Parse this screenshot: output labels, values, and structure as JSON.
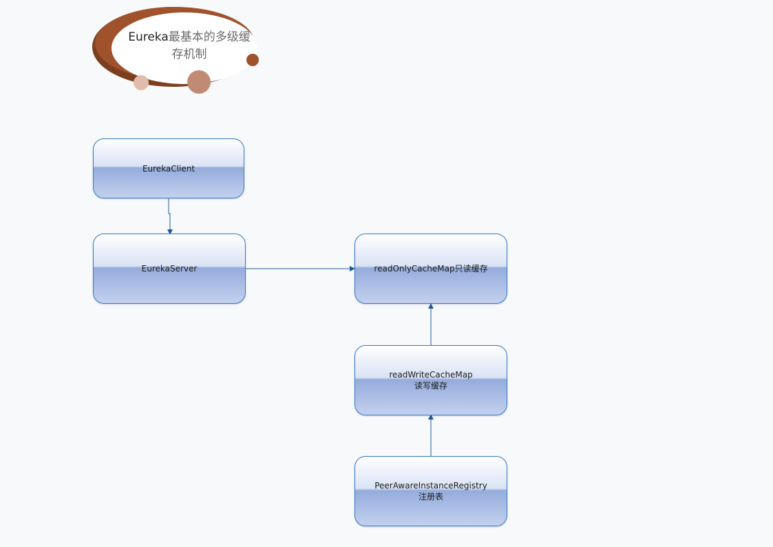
{
  "title": {
    "brand": "Eureka",
    "rest": "最基本的多级缓存机制"
  },
  "nodes": {
    "eureka_client": {
      "line1": "EurekaClient"
    },
    "eureka_server": {
      "line1": "EurekaServer"
    },
    "read_only_cache": {
      "line1": "readOnlyCacheMap只读缓存"
    },
    "read_write_cache": {
      "line1": "readWriteCacheMap",
      "line2": "读写缓存"
    },
    "registry": {
      "line1": "PeerAwareInstanceRegistry",
      "line2": "注册表"
    }
  },
  "colors": {
    "connector": "#1f5a9a",
    "node_border": "#3a78c4",
    "badge_dark": "#7b3f1f",
    "badge_mid": "#a0522d",
    "badge_light": "#c09080"
  },
  "edges": [
    {
      "from": "EurekaClient",
      "to": "EurekaServer"
    },
    {
      "from": "EurekaServer",
      "to": "readOnlyCacheMap只读缓存"
    },
    {
      "from": "readWriteCacheMap",
      "to": "readOnlyCacheMap只读缓存"
    },
    {
      "from": "PeerAwareInstanceRegistry",
      "to": "readWriteCacheMap"
    }
  ]
}
